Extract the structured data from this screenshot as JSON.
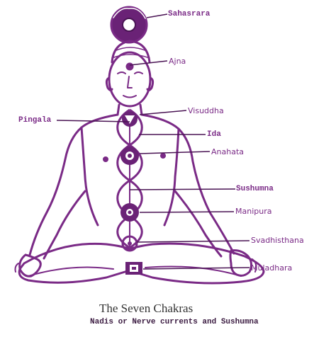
{
  "diagram": {
    "title": "The Seven Chakras",
    "subtitle": "Nadis or Nerve currents and Sushumna",
    "labels": {
      "sahasrara": "Sahasrara",
      "ajna": "Ajna",
      "visuddha": "Visuddha",
      "pingala": "Pingala",
      "ida": "Ida",
      "anahata": "Anahata",
      "sushumna": "Sushumna",
      "manipura": "Manipura",
      "svadhisthana": "Svadhisthana",
      "muladhara": "Muladhara"
    },
    "colors": {
      "ink": "#7a2a86",
      "dark_ink": "#4a1454",
      "background": "#ffffff"
    }
  }
}
